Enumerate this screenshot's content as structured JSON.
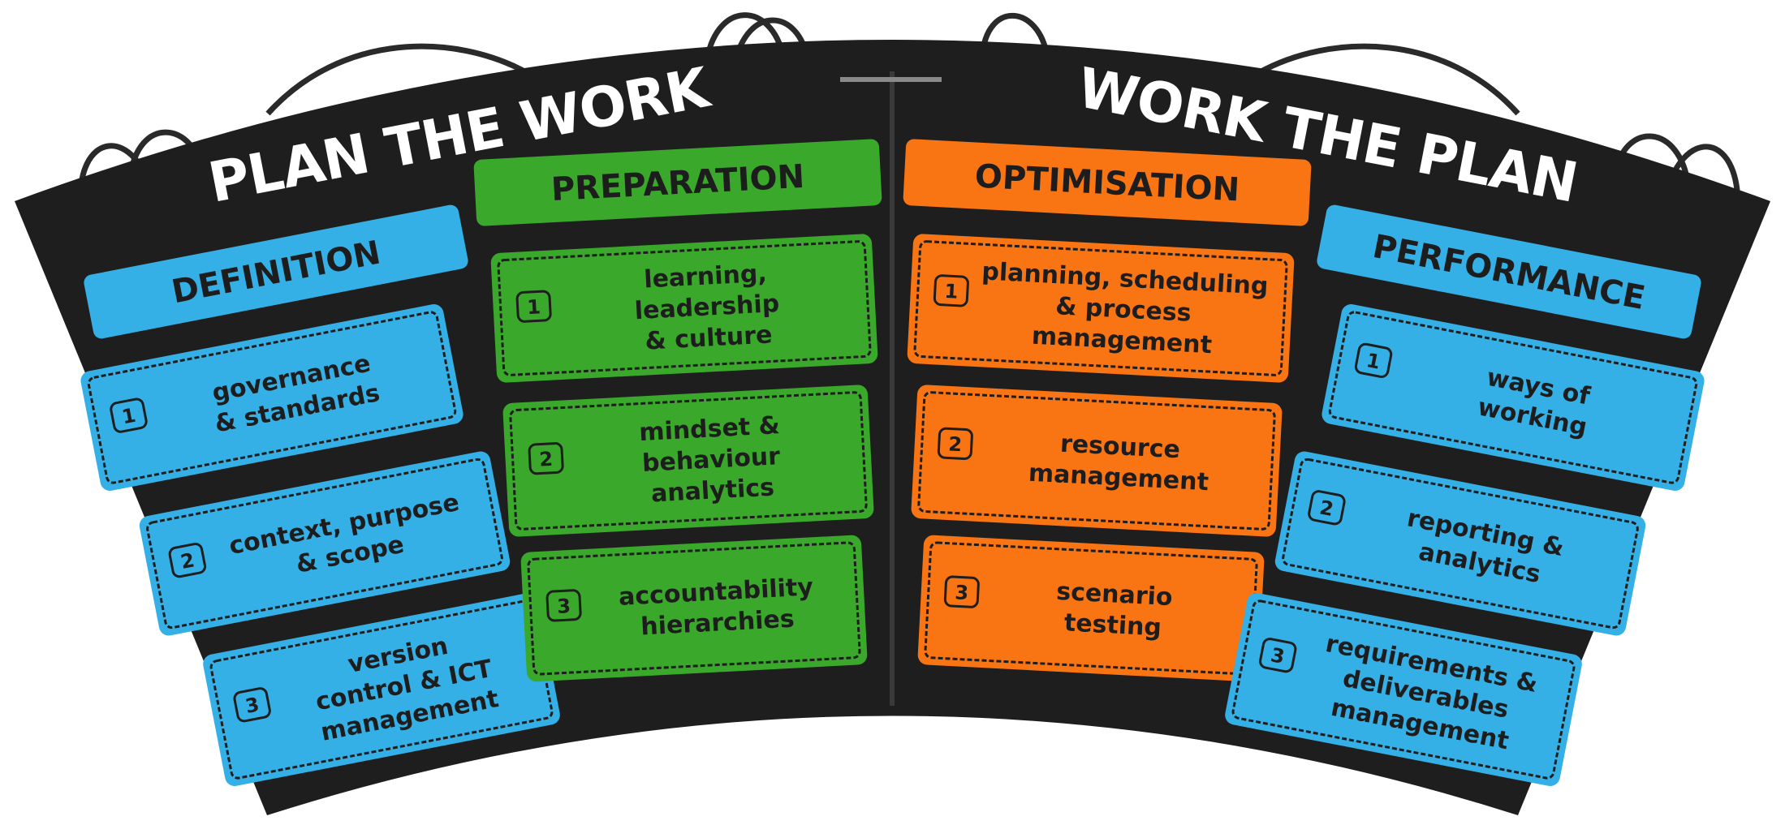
{
  "headers": {
    "left": "PLAN THE WORK",
    "right": "WORK THE PLAN"
  },
  "colors": {
    "frame": "#1e1e1e",
    "blue": "#35b0e6",
    "green": "#3aa82a",
    "orange": "#f97412"
  },
  "columns": [
    {
      "id": "definition",
      "title": "DEFINITION",
      "color": "blue",
      "items": [
        {
          "num": "1",
          "text": "governance\n& standards"
        },
        {
          "num": "2",
          "text": "context, purpose\n& scope"
        },
        {
          "num": "3",
          "text": "version\ncontrol & ICT\nmanagement"
        }
      ]
    },
    {
      "id": "preparation",
      "title": "PREPARATION",
      "color": "green",
      "items": [
        {
          "num": "1",
          "text": "learning,\nleadership\n& culture"
        },
        {
          "num": "2",
          "text": "mindset &\nbehaviour\nanalytics"
        },
        {
          "num": "3",
          "text": "accountability\nhierarchies"
        }
      ]
    },
    {
      "id": "optimisation",
      "title": "OPTIMISATION",
      "color": "orange",
      "items": [
        {
          "num": "1",
          "text": "planning, scheduling\n& process\nmanagement"
        },
        {
          "num": "2",
          "text": "resource\nmanagement"
        },
        {
          "num": "3",
          "text": "scenario\ntesting"
        }
      ]
    },
    {
      "id": "performance",
      "title": "PERFORMANCE",
      "color": "blue",
      "items": [
        {
          "num": "1",
          "text": "ways of\nworking"
        },
        {
          "num": "2",
          "text": "reporting &\nanalytics"
        },
        {
          "num": "3",
          "text": "requirements &\ndeliverables\nmanagement"
        }
      ]
    }
  ]
}
